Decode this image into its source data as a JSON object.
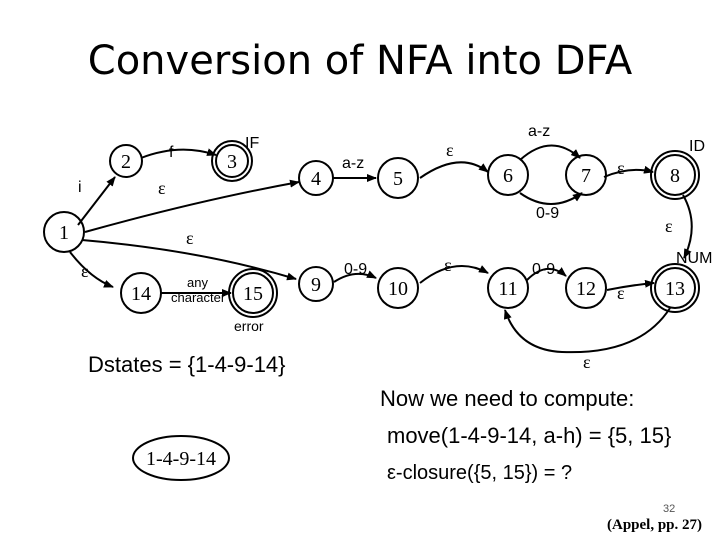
{
  "title": "Conversion of NFA into DFA",
  "nodes": [
    {
      "id": "n2",
      "label": "2"
    },
    {
      "id": "n3",
      "label": "3"
    },
    {
      "id": "n4",
      "label": "4"
    },
    {
      "id": "n5",
      "label": "5"
    },
    {
      "id": "n6",
      "label": "6"
    },
    {
      "id": "n7",
      "label": "7"
    },
    {
      "id": "n8",
      "label": "8"
    },
    {
      "id": "n1",
      "label": "1"
    },
    {
      "id": "n14",
      "label": "14"
    },
    {
      "id": "n15",
      "label": "15"
    },
    {
      "id": "n9",
      "label": "9"
    },
    {
      "id": "n10",
      "label": "10"
    },
    {
      "id": "n11",
      "label": "11"
    },
    {
      "id": "n12",
      "label": "12"
    },
    {
      "id": "n13",
      "label": "13"
    },
    {
      "id": "dstate",
      "label": "1-4-9-14"
    }
  ],
  "edge_labels": {
    "e_1_2": "i",
    "e_2_3": "f",
    "e_3_token": "IF",
    "e_1_4": "ε",
    "e_4_5": "a-z",
    "e_5_6": "ε",
    "e_6_7_top": "a-z",
    "e_6_7_bottom": "0-9",
    "e_7_8": "ε",
    "e_8_token": "ID",
    "e_1_9": "ε",
    "e_1_14": "ε",
    "e_14_15_line1": "any",
    "e_14_15_line2": "character",
    "e_15_token": "error",
    "e_9_10": "0-9",
    "e_10_11": "ε",
    "e_11_12": "0-9",
    "e_12_13": "ε",
    "e_13_token": "NUM",
    "e_13_loop": "ε",
    "e_8_loop": "ε"
  },
  "text": {
    "dstates": "Dstates = {1-4-9-14}",
    "compute_line1": "Now we need to compute:",
    "compute_line2": "move(1-4-9-14, a-h) = {5, 15}",
    "compute_line3": "ε-closure({5, 15}) = ?",
    "page_number": "32",
    "citation": "(Appel, pp. 27)"
  }
}
